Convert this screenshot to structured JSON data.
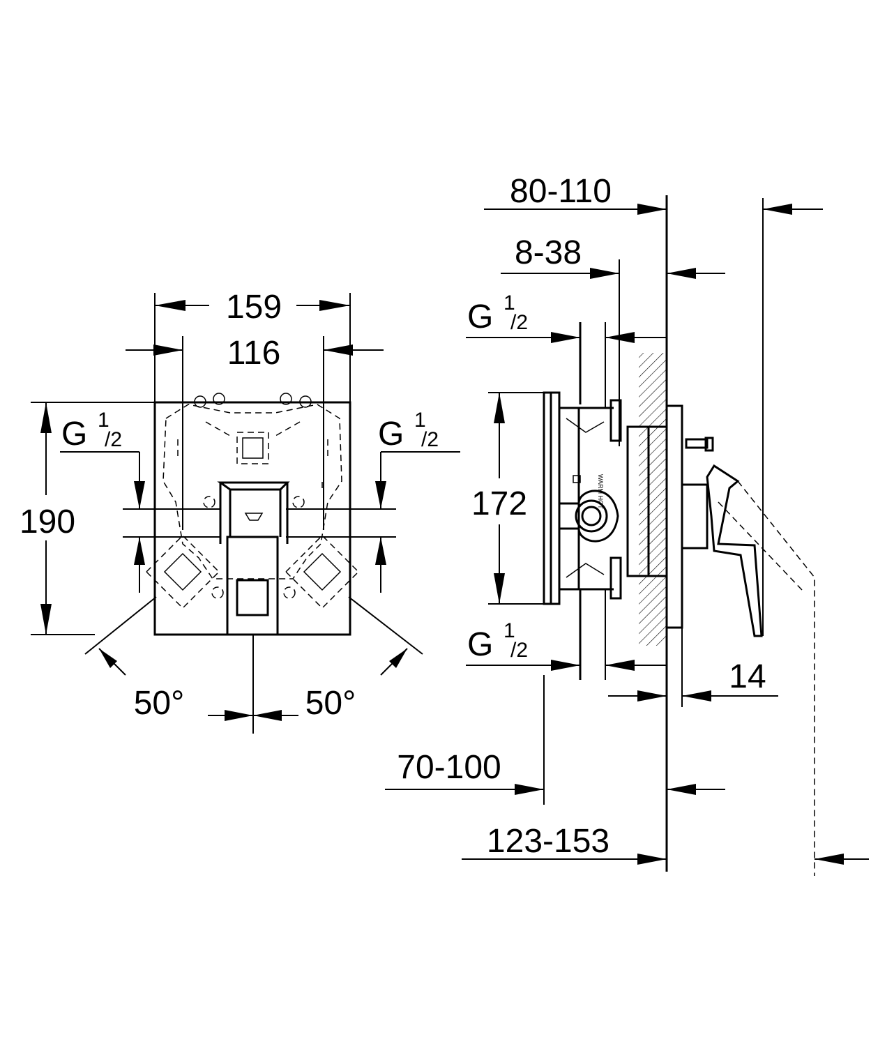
{
  "front_view": {
    "width_outer": "159",
    "width_inner": "116",
    "height": "190",
    "angle_left": "50°",
    "angle_right": "50°",
    "thread_left": {
      "g": "G",
      "num": "1",
      "den": "/2"
    },
    "thread_right": {
      "g": "G",
      "num": "1",
      "den": "/2"
    }
  },
  "side_view": {
    "depth_overall": "80-110",
    "wall_range": "8-38",
    "body_height": "172",
    "rosette": "14",
    "inlet_depth": "70-100",
    "projection": "123-153",
    "thread_top": {
      "g": "G",
      "num": "1",
      "den": "/2"
    },
    "thread_bottom": {
      "g": "G",
      "num": "1",
      "den": "/2"
    }
  }
}
